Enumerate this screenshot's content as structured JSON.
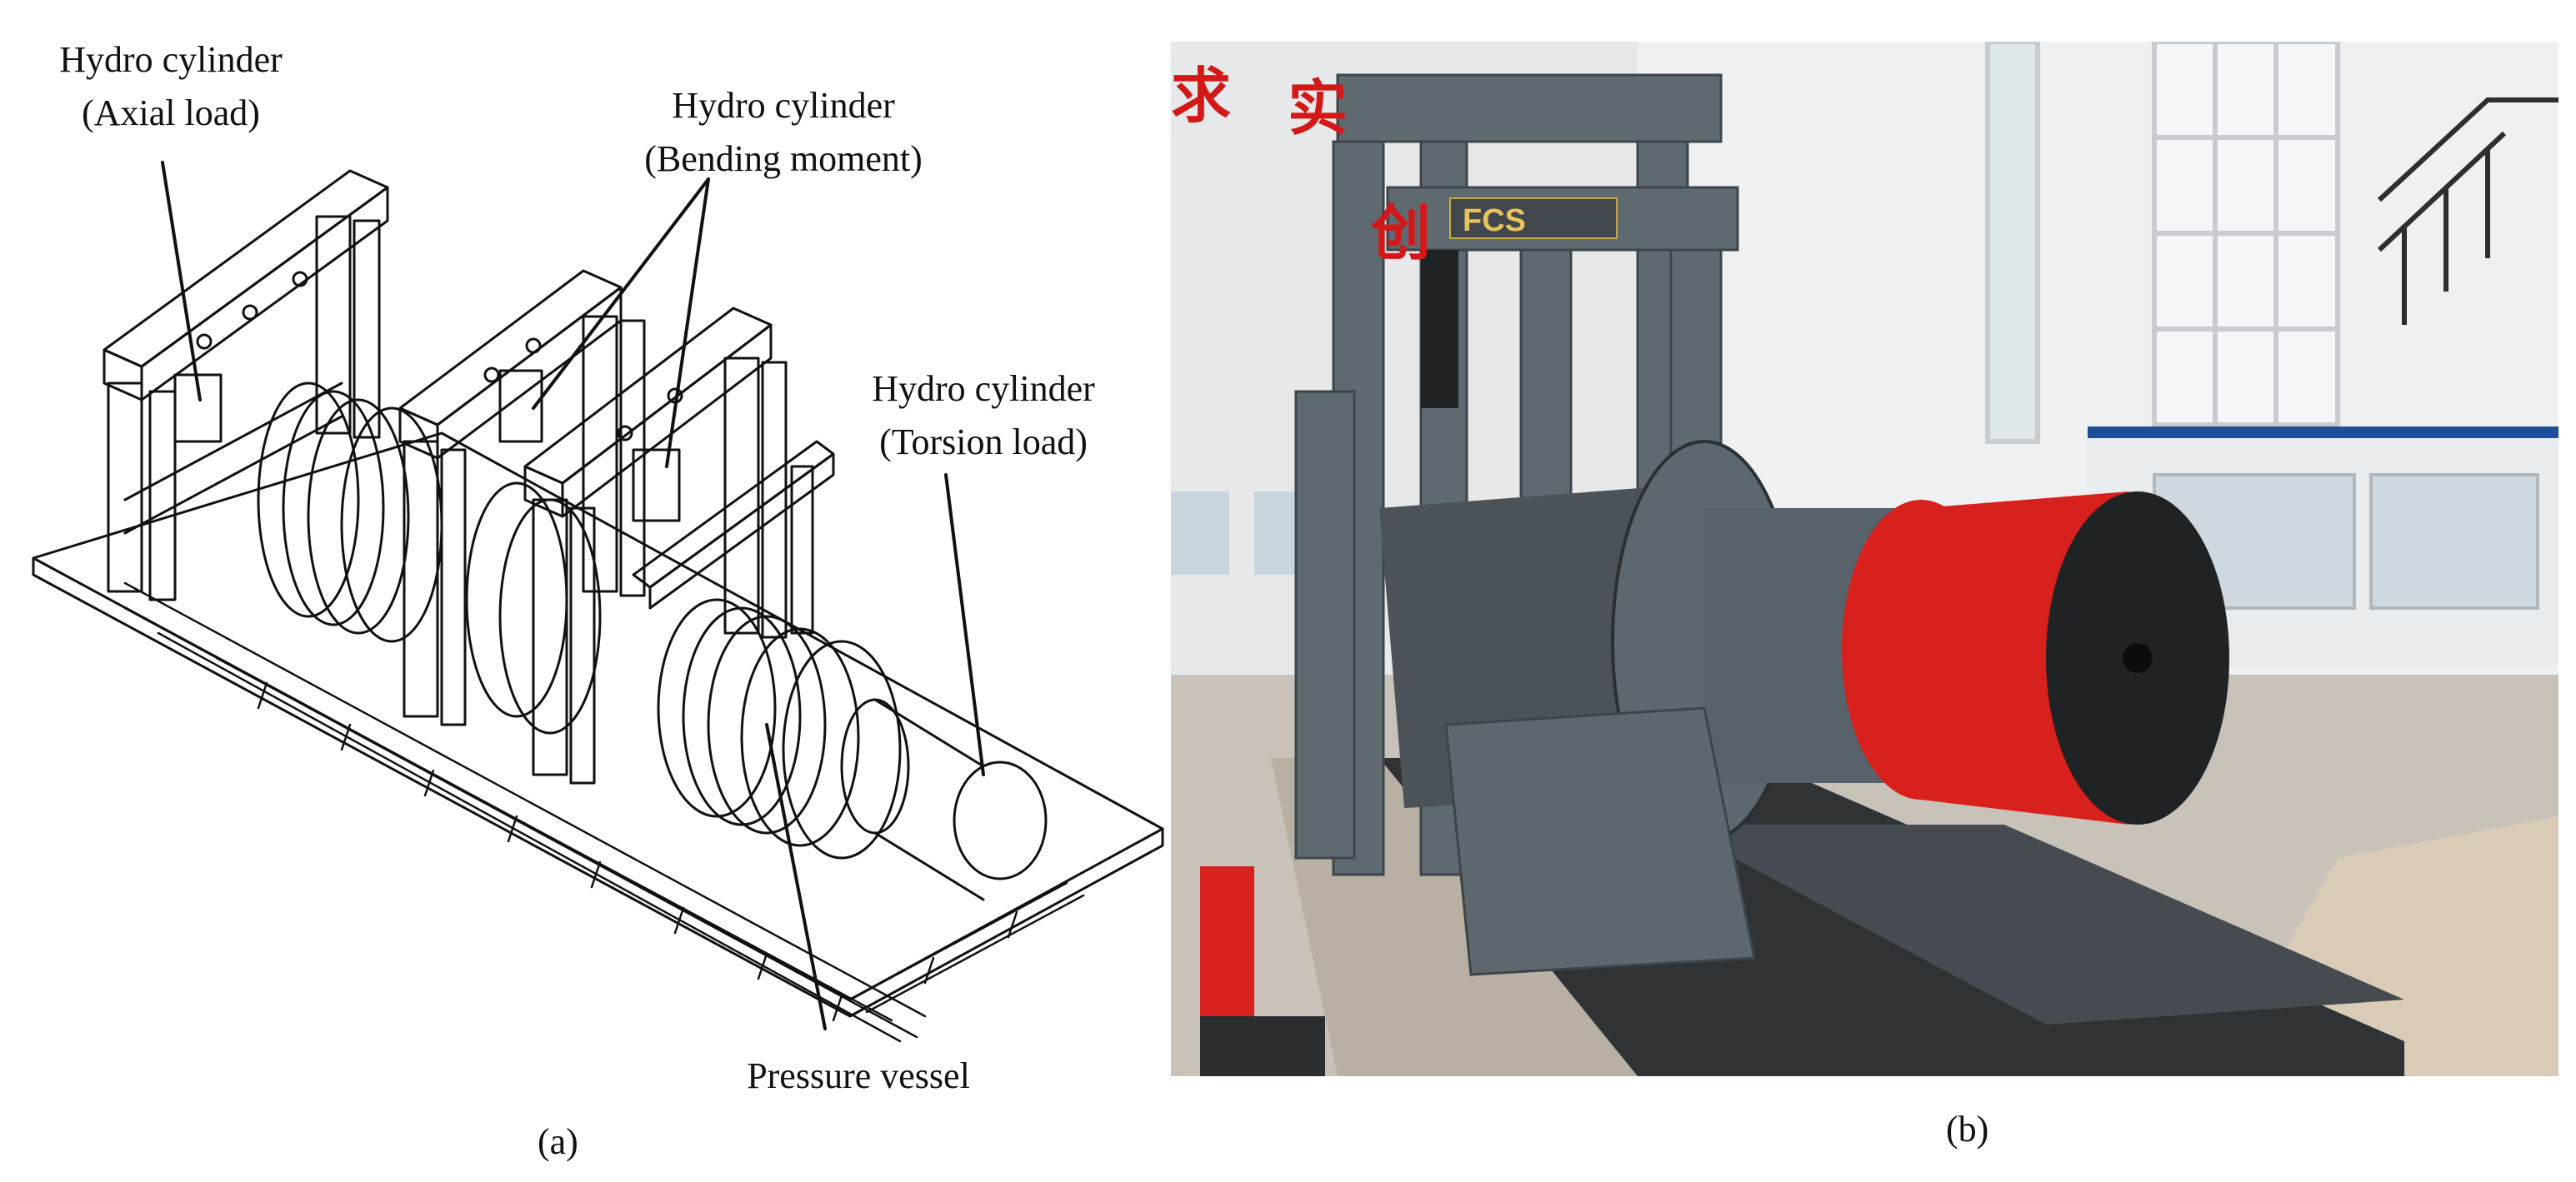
{
  "figure": {
    "panel_a": {
      "sublabel": "(a)",
      "callouts": [
        {
          "id": "axial",
          "line1": "Hydro cylinder",
          "line2": "(Axial load)"
        },
        {
          "id": "bending",
          "line1": "Hydro cylinder",
          "line2": "(Bending moment)"
        },
        {
          "id": "torsion",
          "line1": "Hydro cylinder",
          "line2": "(Torsion load)"
        },
        {
          "id": "vessel",
          "line1": "Pressure vessel"
        }
      ]
    },
    "panel_b": {
      "sublabel": "(b)",
      "wall_characters": [
        "求",
        "实",
        "创"
      ],
      "frame_badge": "FCS"
    }
  },
  "colors": {
    "line_art": "#111111",
    "steel": "#5f6a70",
    "steel_dark": "#3c454b",
    "cylinder_red": "#d8201c",
    "end_cap": "#202325",
    "wall": "#eef0f2",
    "floor": "#c9c2b8",
    "chinese_text": "#d41818"
  }
}
